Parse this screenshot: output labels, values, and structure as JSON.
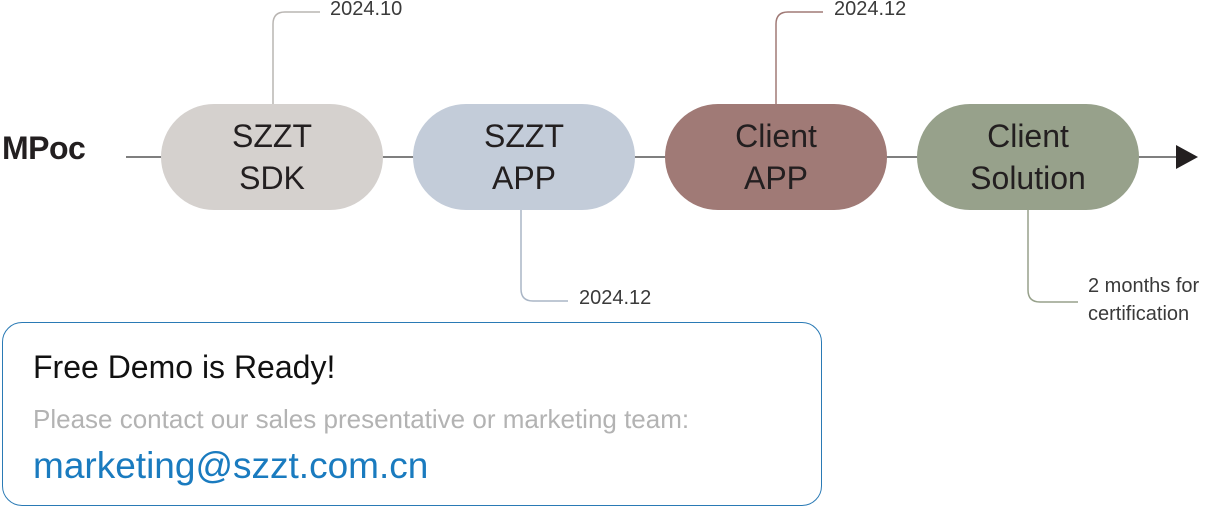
{
  "timeline": {
    "start_label": "MPoc",
    "stages": [
      {
        "lines": [
          "SZZT",
          "SDK"
        ],
        "date": "2024.10",
        "color": "#d5d1ce"
      },
      {
        "lines": [
          "SZZT",
          "APP"
        ],
        "date": "2024.12",
        "color": "#c3ccd9"
      },
      {
        "lines": [
          "Client",
          "APP"
        ],
        "date": "2024.12",
        "color": "#a07a76"
      },
      {
        "lines": [
          "Client",
          "Solution"
        ],
        "note": [
          "2 months for",
          "certification"
        ],
        "color": "#97a18b"
      }
    ]
  },
  "demo": {
    "title": "Free Demo is Ready!",
    "description": "Please contact our sales presentative or marketing team:",
    "email": "marketing@szzt.com.cn",
    "border_color": "#2a7ab5",
    "email_color": "#1a7bbf"
  }
}
